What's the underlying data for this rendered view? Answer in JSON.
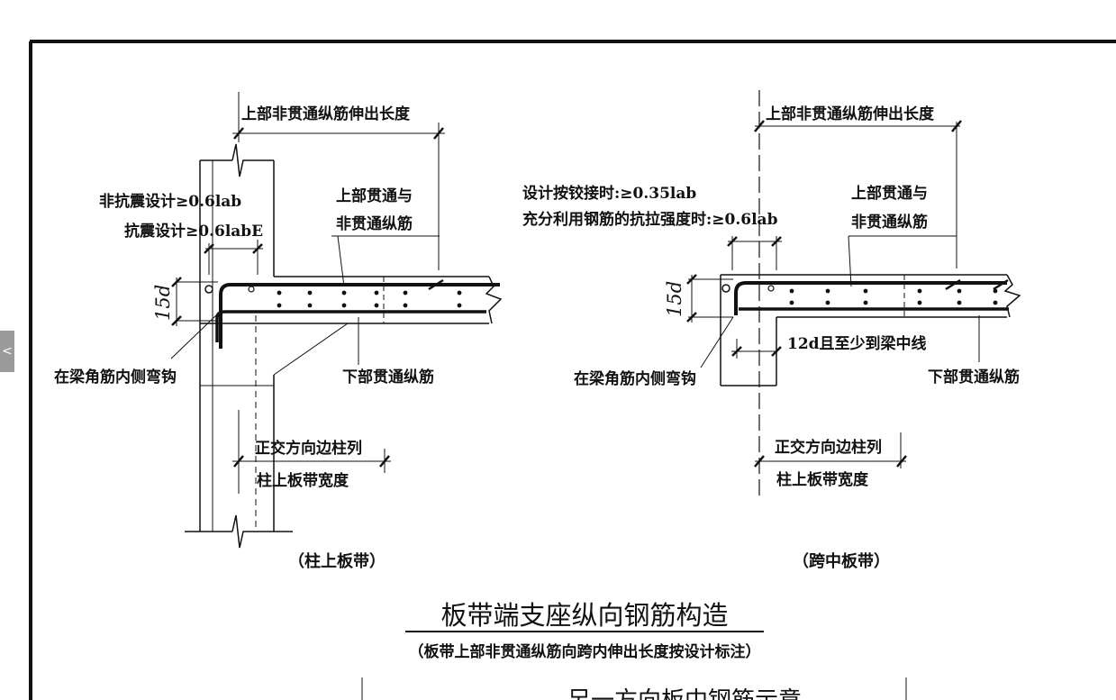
{
  "left_detail": {
    "top_extension_label": "上部非贯通纵筋伸出长度",
    "anchor_nonseismic": "非抗震设计≥0.6lab",
    "anchor_seismic": "抗震设计≥0.6labE",
    "top_bars_label_1": "上部贯通与",
    "top_bars_label_2": "非贯通纵筋",
    "hook_dim": "15d",
    "hook_label": "在梁角筋内侧弯钩",
    "bottom_bars_label": "下部贯通纵筋",
    "strip_width_label_1": "正交方向边柱列",
    "strip_width_label_2": "柱上板带宽度",
    "caption": "（柱上板带）"
  },
  "right_detail": {
    "top_extension_label": "上部非贯通纵筋伸出长度",
    "anchor_hinged": "设计按铰接时:≥0.35lab",
    "anchor_full": "充分利用钢筋的抗拉强度时:≥0.6lab",
    "top_bars_label_1": "上部贯通与",
    "top_bars_label_2": "非贯通纵筋",
    "hook_dim": "15d",
    "bottom_anchor_label": "12d且至少到梁中线",
    "hook_label": "在梁角筋内侧弯钩",
    "bottom_bars_label": "下部贯通纵筋",
    "strip_width_label_1": "正交方向边柱列",
    "strip_width_label_2": "柱上板带宽度",
    "caption": "（跨中板带）"
  },
  "title": "板带端支座纵向钢筋构造",
  "subtitle": "（板带上部非贯通纵筋向跨内伸出长度按设计标注）",
  "next_section_title": "另一方向板中钢筋示意",
  "nav": {
    "prev_label": "<"
  },
  "colors": {
    "ink": "#111111",
    "nav_tab": "#9a9a9a"
  }
}
